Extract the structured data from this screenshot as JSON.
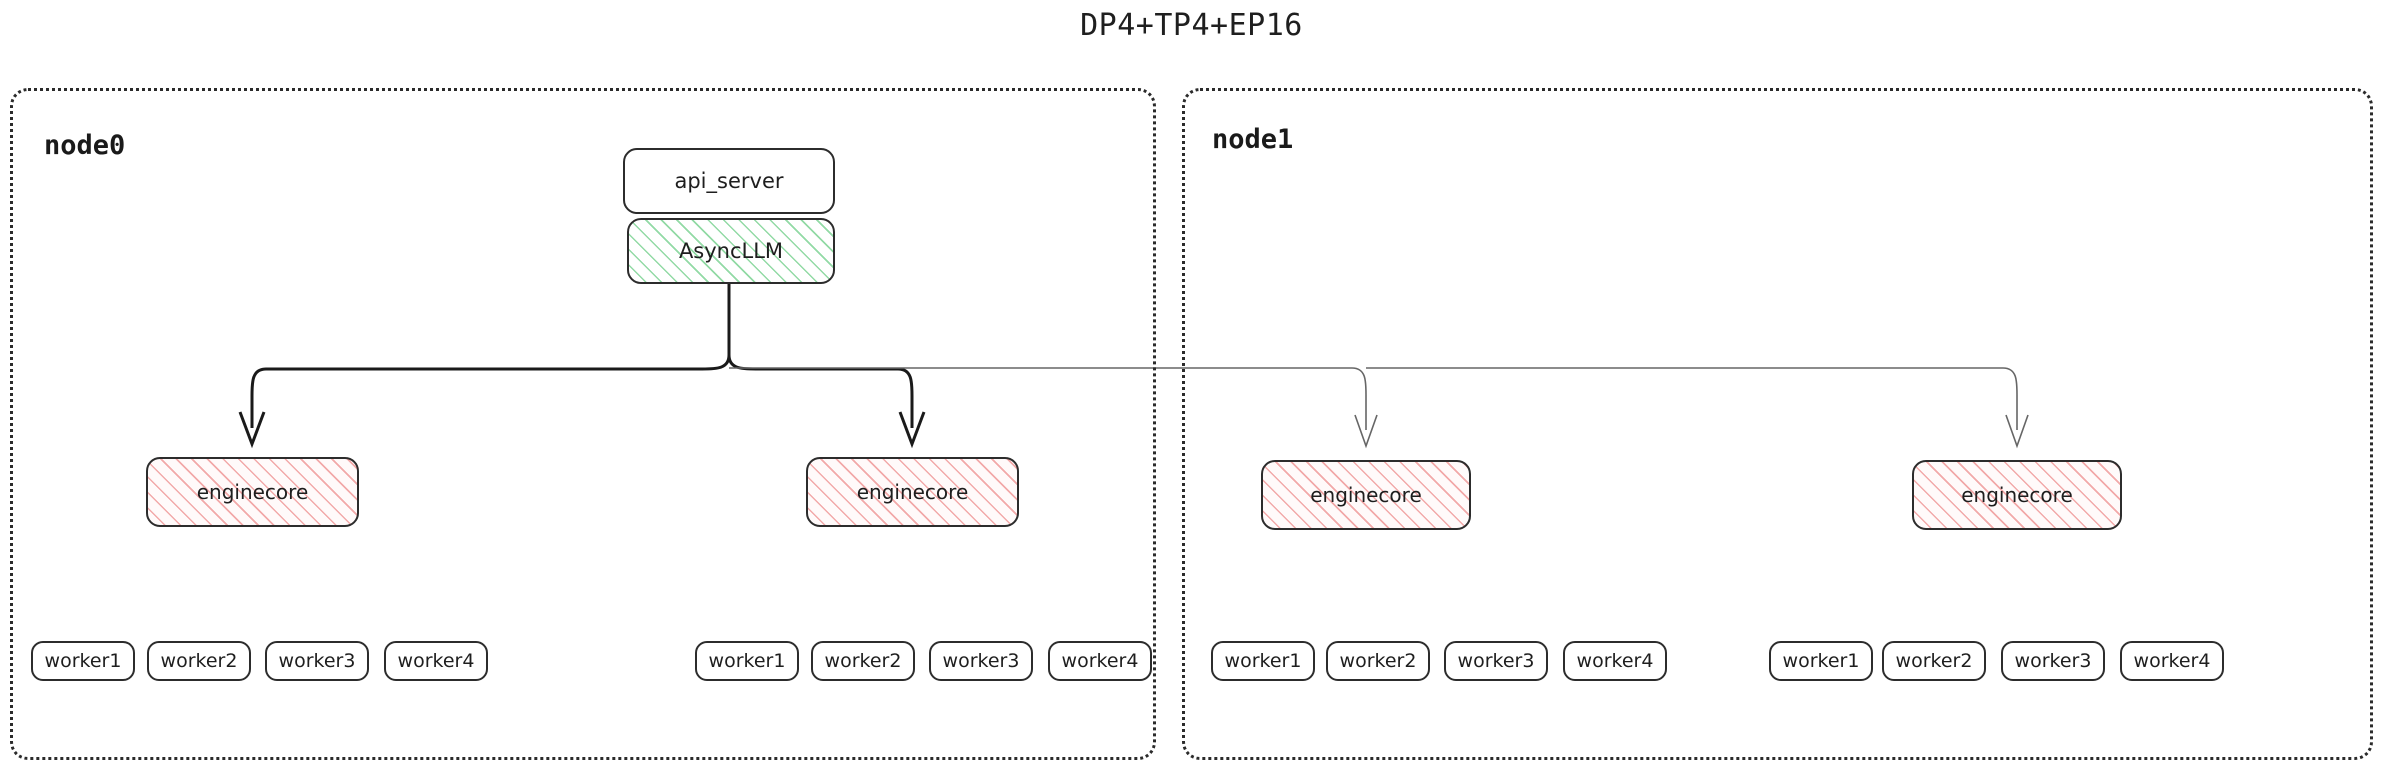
{
  "diagram": {
    "title": "DP4+TP4+EP16",
    "type": "flowchart",
    "colors": {
      "background": "#ffffff",
      "border": "#2c2c2c",
      "cluster_border": "#2b2b2b",
      "text": "#1e1e1e",
      "asyncllm_hatch": "#8cd8a0",
      "enginecore_hatch": "#f0a0a0",
      "edge_local": "#1a1a1a",
      "edge_remote": "#666666"
    }
  },
  "nodes": [
    {
      "id": "node0",
      "label": "node0",
      "frontend": {
        "api_server": {
          "label": "api_server"
        },
        "async_llm": {
          "label": "AsyncLLM"
        }
      },
      "engines": [
        {
          "label": "enginecore",
          "workers": [
            {
              "label": "worker1"
            },
            {
              "label": "worker2"
            },
            {
              "label": "worker3"
            },
            {
              "label": "worker4"
            }
          ]
        },
        {
          "label": "enginecore",
          "workers": [
            {
              "label": "worker1"
            },
            {
              "label": "worker2"
            },
            {
              "label": "worker3"
            },
            {
              "label": "worker4"
            }
          ]
        }
      ]
    },
    {
      "id": "node1",
      "label": "node1",
      "engines": [
        {
          "label": "enginecore",
          "workers": [
            {
              "label": "worker1"
            },
            {
              "label": "worker2"
            },
            {
              "label": "worker3"
            },
            {
              "label": "worker4"
            }
          ]
        },
        {
          "label": "enginecore",
          "workers": [
            {
              "label": "worker1"
            },
            {
              "label": "worker2"
            },
            {
              "label": "worker3"
            },
            {
              "label": "worker4"
            }
          ]
        }
      ]
    }
  ]
}
